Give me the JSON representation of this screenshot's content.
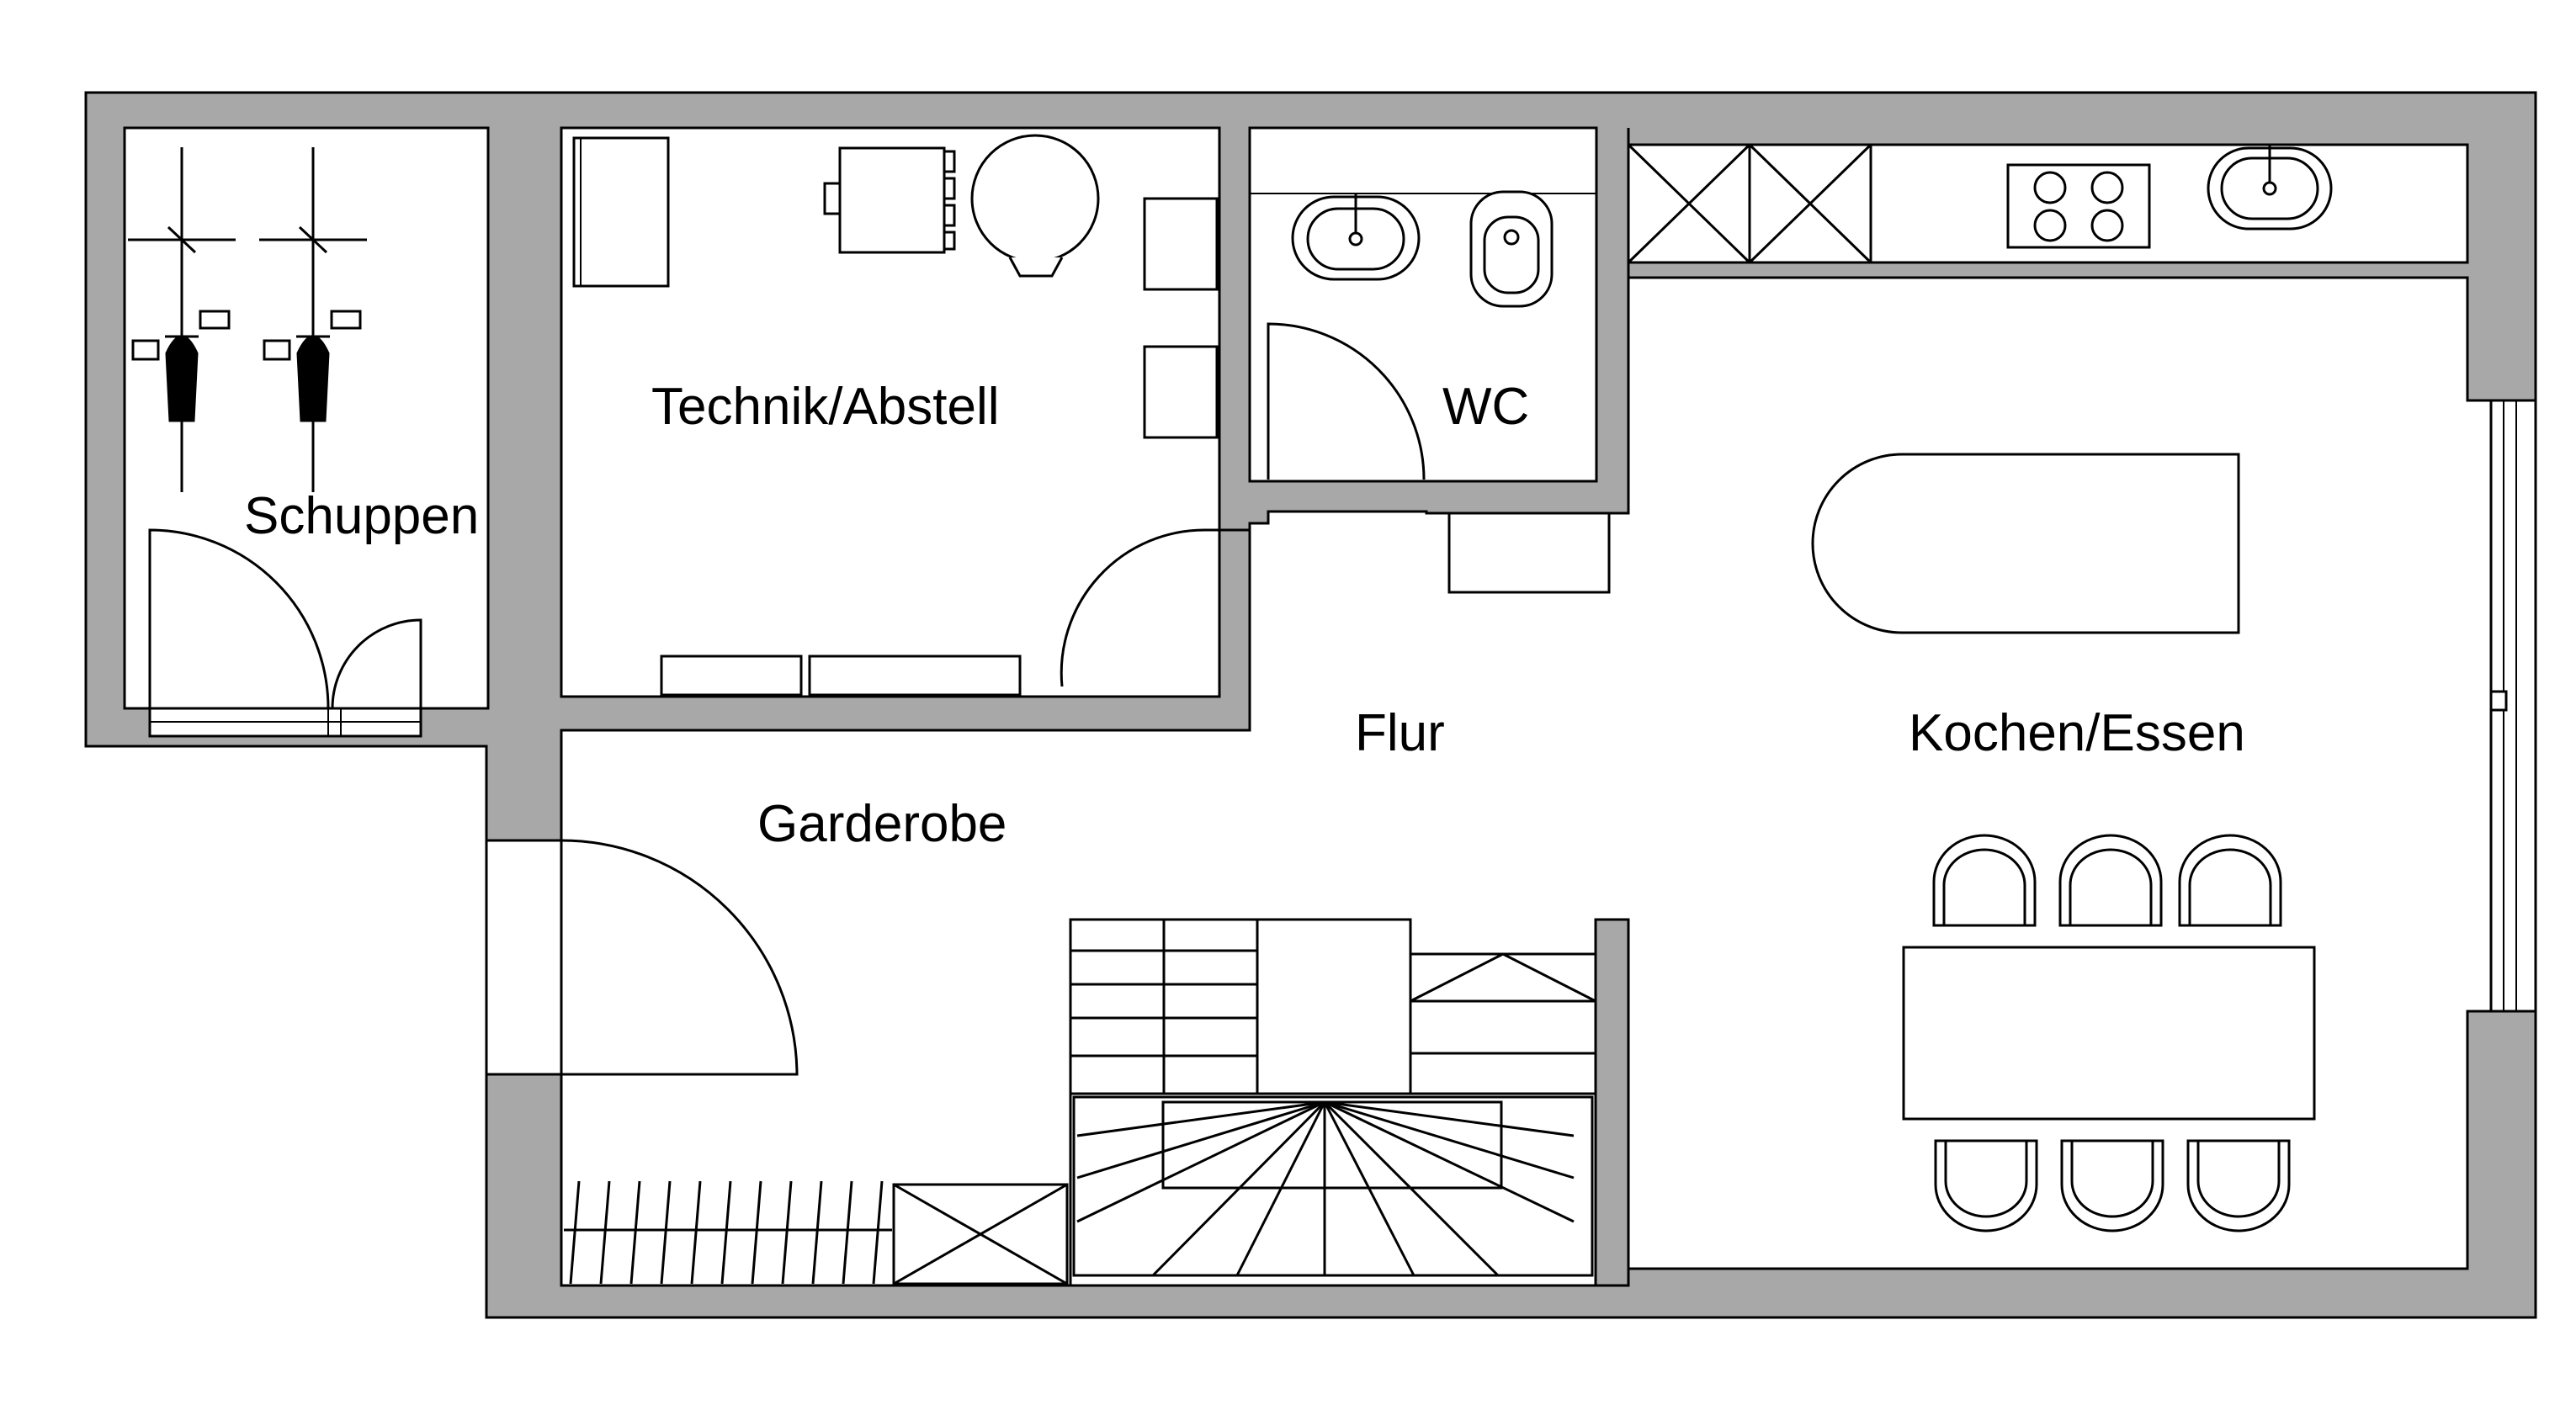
{
  "rooms": {
    "schuppen": "Schuppen",
    "technik": "Technik/Abstell",
    "wc": "WC",
    "flur": "Flur",
    "garderobe": "Garderobe",
    "kochen": "Kochen/Essen"
  },
  "colors": {
    "wall_fill": "#a8a8a8",
    "line": "#000000",
    "background": "#ffffff"
  }
}
